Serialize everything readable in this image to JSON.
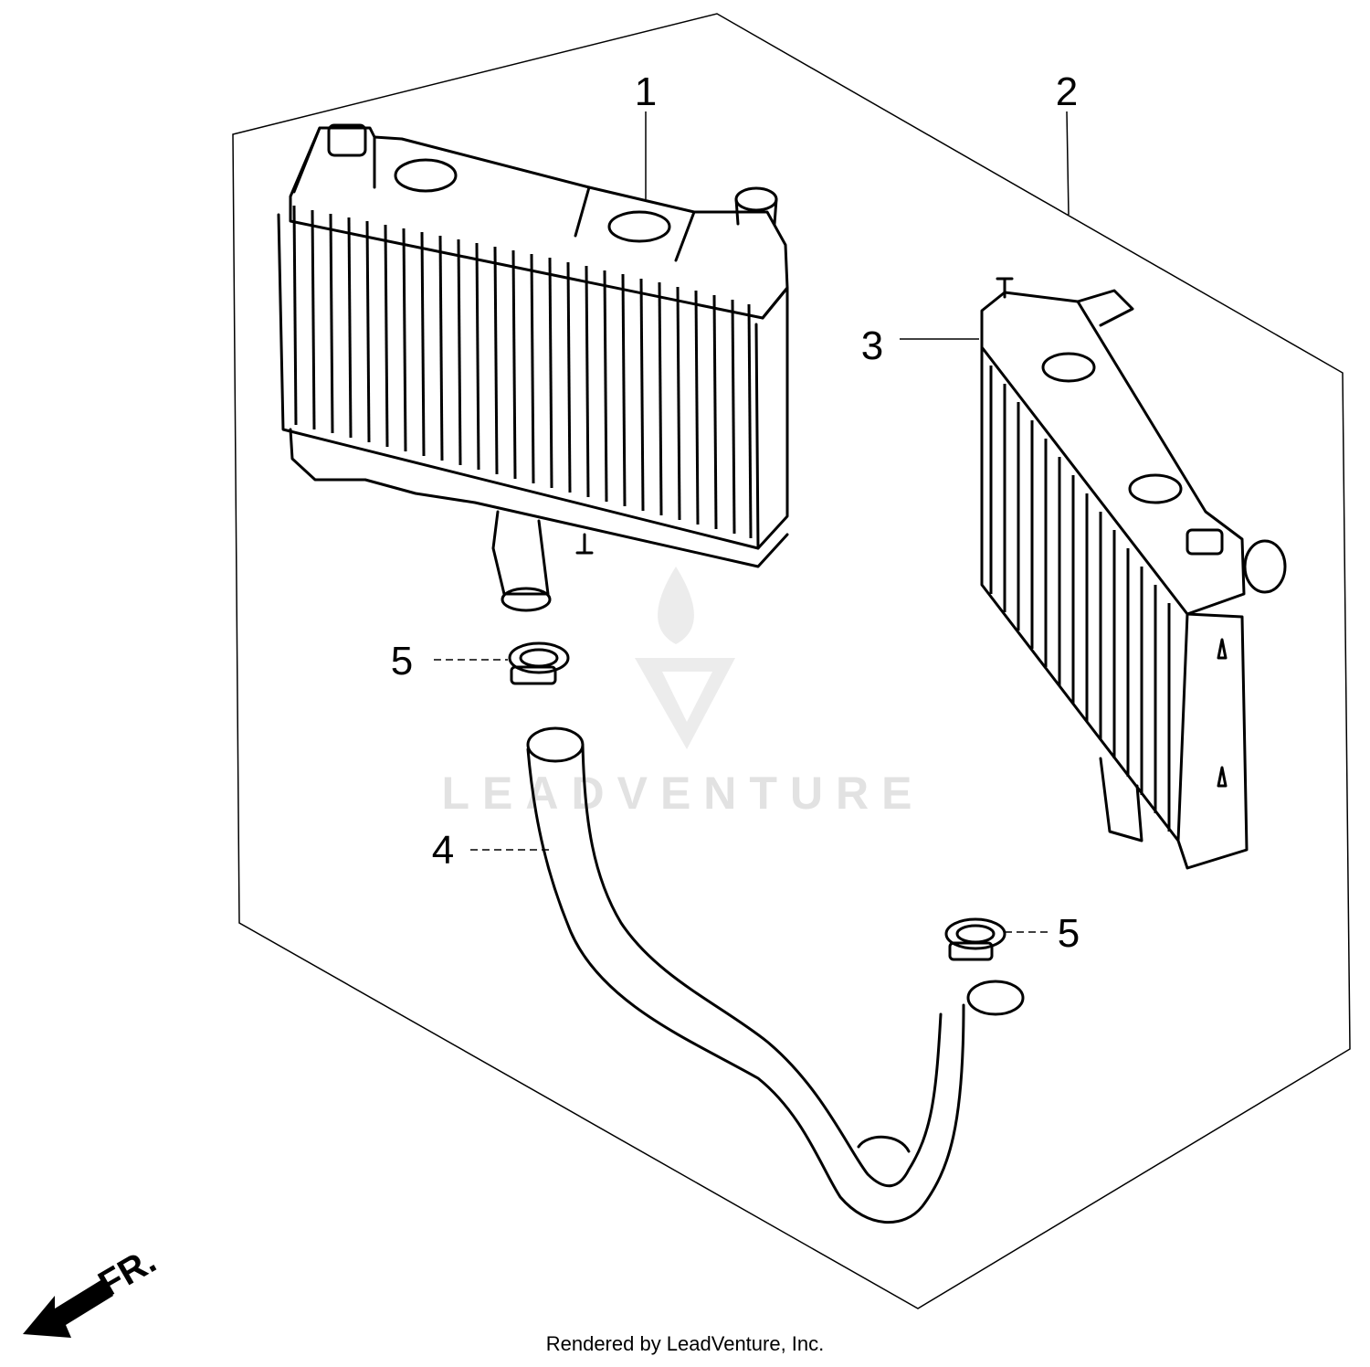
{
  "callouts": {
    "c1": "1",
    "c2": "2",
    "c3": "3",
    "c4": "4",
    "c5a": "5",
    "c5b": "5"
  },
  "direction_label": "FR.",
  "watermark": "LEADVENTURE",
  "footer": "Rendered by LeadVenture, Inc."
}
